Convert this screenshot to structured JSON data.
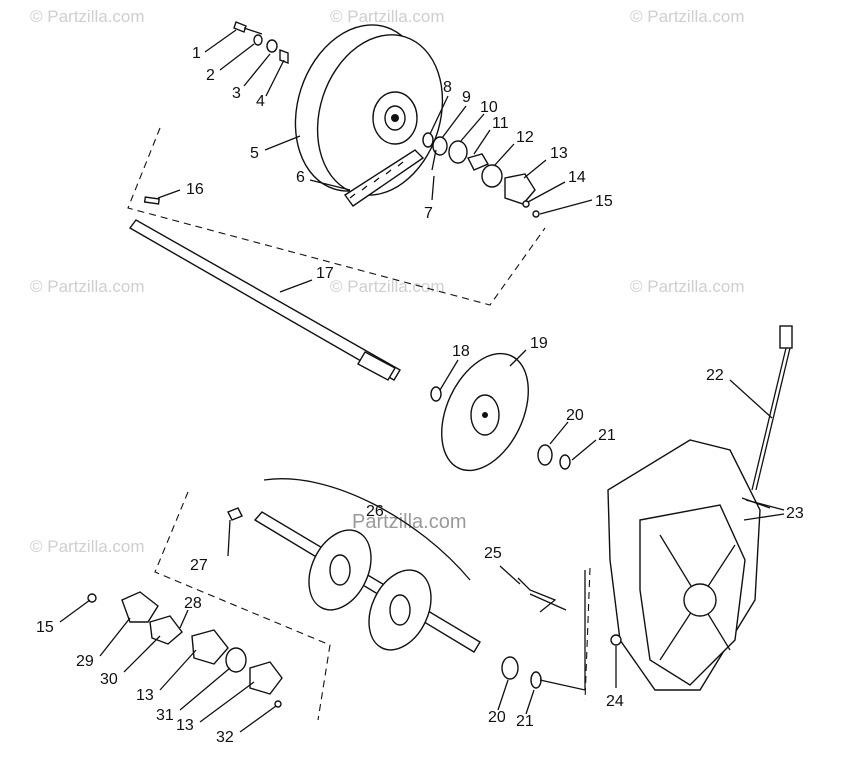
{
  "diagram": {
    "watermark": "© Partzilla.com",
    "watermark_center": "Partzilla.com",
    "callouts": [
      "1",
      "2",
      "3",
      "4",
      "5",
      "6",
      "7",
      "8",
      "9",
      "10",
      "11",
      "12",
      "13",
      "14",
      "15",
      "16",
      "17",
      "18",
      "19",
      "20",
      "21",
      "22",
      "23",
      "24",
      "25",
      "26",
      "27",
      "28",
      "29",
      "30",
      "13",
      "31",
      "13",
      "32",
      "15",
      "20",
      "21"
    ]
  }
}
